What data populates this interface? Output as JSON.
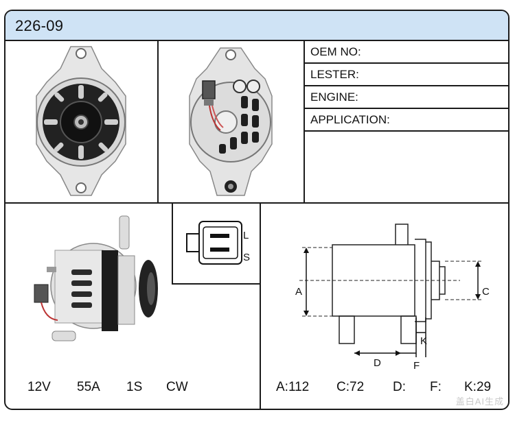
{
  "header": {
    "part_number": "226-09"
  },
  "specs": [
    {
      "label": "OEM NO:"
    },
    {
      "label": "LESTER:"
    },
    {
      "label": "ENGINE:"
    },
    {
      "label": "APPLICATION:"
    }
  ],
  "connector": {
    "pin_top": "L",
    "pin_bottom": "S"
  },
  "ratings": {
    "voltage": "12V",
    "amperage": "55A",
    "plug": "1S",
    "rotation": "CW"
  },
  "dimensions": {
    "A_label": "A",
    "C_label": "C",
    "D_label": "D",
    "F_label": "F",
    "K_label": "K",
    "A_value": "A:112",
    "C_value": "C:72",
    "D_value": "D:",
    "F_value": "F:",
    "K_value": "K:29"
  },
  "watermark": "盖白AI生成"
}
